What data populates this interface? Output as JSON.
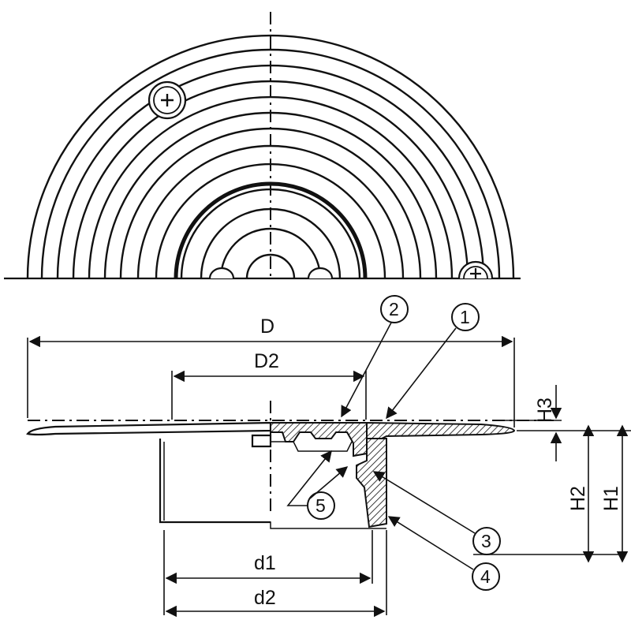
{
  "diagram": {
    "dimension_labels": {
      "D": "D",
      "D2": "D2",
      "d1": "d1",
      "d2": "d2",
      "H1": "H1",
      "H2": "H2",
      "H3": "H3"
    },
    "callouts": {
      "c1": "1",
      "c2": "2",
      "c3": "3",
      "c4": "4",
      "c5": "5"
    }
  }
}
